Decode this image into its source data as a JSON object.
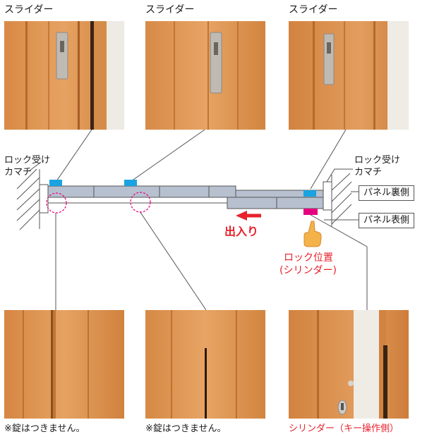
{
  "photos": {
    "top": [
      {
        "label": "スライダー"
      },
      {
        "label": "スライダー"
      },
      {
        "label": "スライダー"
      }
    ],
    "bottom": [
      {
        "caption": "※錠はつきません。"
      },
      {
        "caption": "※錠はつきません。"
      },
      {
        "caption": "シリンダー（キー操作側）"
      }
    ]
  },
  "diagram": {
    "left_label": [
      "ロック受け",
      "カマチ"
    ],
    "right_label": [
      "ロック受け",
      "カマチ"
    ],
    "panel_back": "パネル裏側",
    "panel_front": "パネル表側",
    "direction": "出入り",
    "lock_position": [
      "ロック位置",
      "(シリンダー)"
    ]
  },
  "colors": {
    "wood": "#d9924e",
    "wood_dark": "#b8692c",
    "panel": "#b7c0cf",
    "slider": "#1aa3e0",
    "cylinder": "#e5007f",
    "accent_red": "#e8212b",
    "hand": "#f3b24a"
  }
}
